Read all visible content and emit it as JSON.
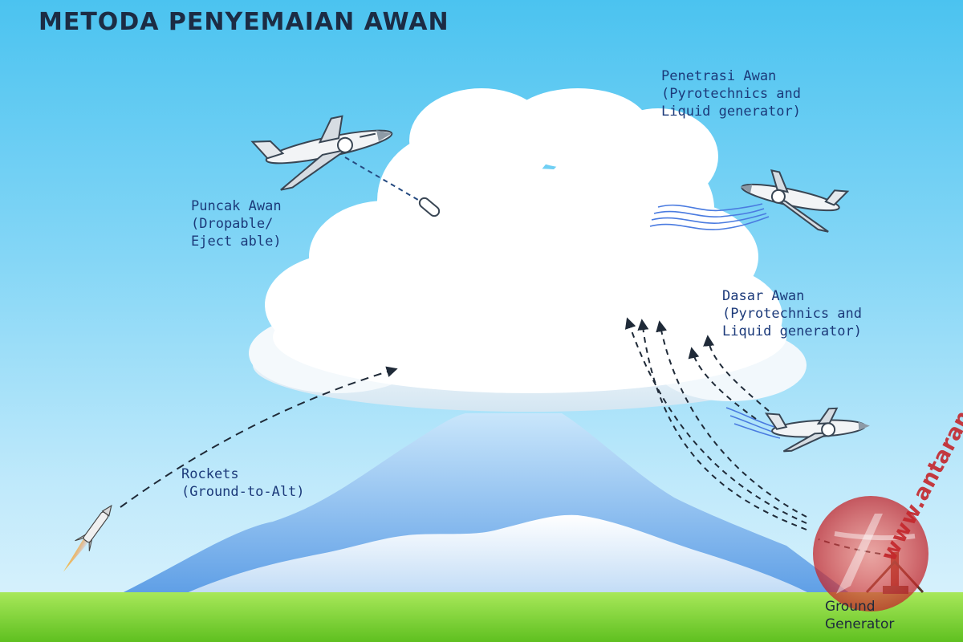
{
  "title": "METODA PENYEMAIAN AWAN",
  "labels": {
    "penetrasi": [
      "Penetrasi Awan",
      "(Pyrotechnics and",
      "Liquid generator)"
    ],
    "puncak": [
      "Puncak Awan",
      "(Dropable/",
      "Eject able)"
    ],
    "dasar": [
      "Dasar Awan",
      "(Pyrotechnics and",
      "Liquid generator)"
    ],
    "rockets": [
      "Rockets",
      "(Ground-to-Alt)"
    ],
    "ground": [
      "Ground",
      "Generator"
    ]
  },
  "watermark": "www.antaranews.com",
  "colors": {
    "sky_top": "#4bc3f0",
    "sky_bottom": "#dff4fc",
    "grass": "#7cd83a",
    "mountain_far": "#6aa8e8",
    "cloud": "#ffffff",
    "label_text": "#1c3a7a",
    "watermark": "#c4262b"
  },
  "icons": [
    "airplane-icon",
    "rocket-icon",
    "canister-icon",
    "ground-generator-icon",
    "antara-logo-icon"
  ]
}
